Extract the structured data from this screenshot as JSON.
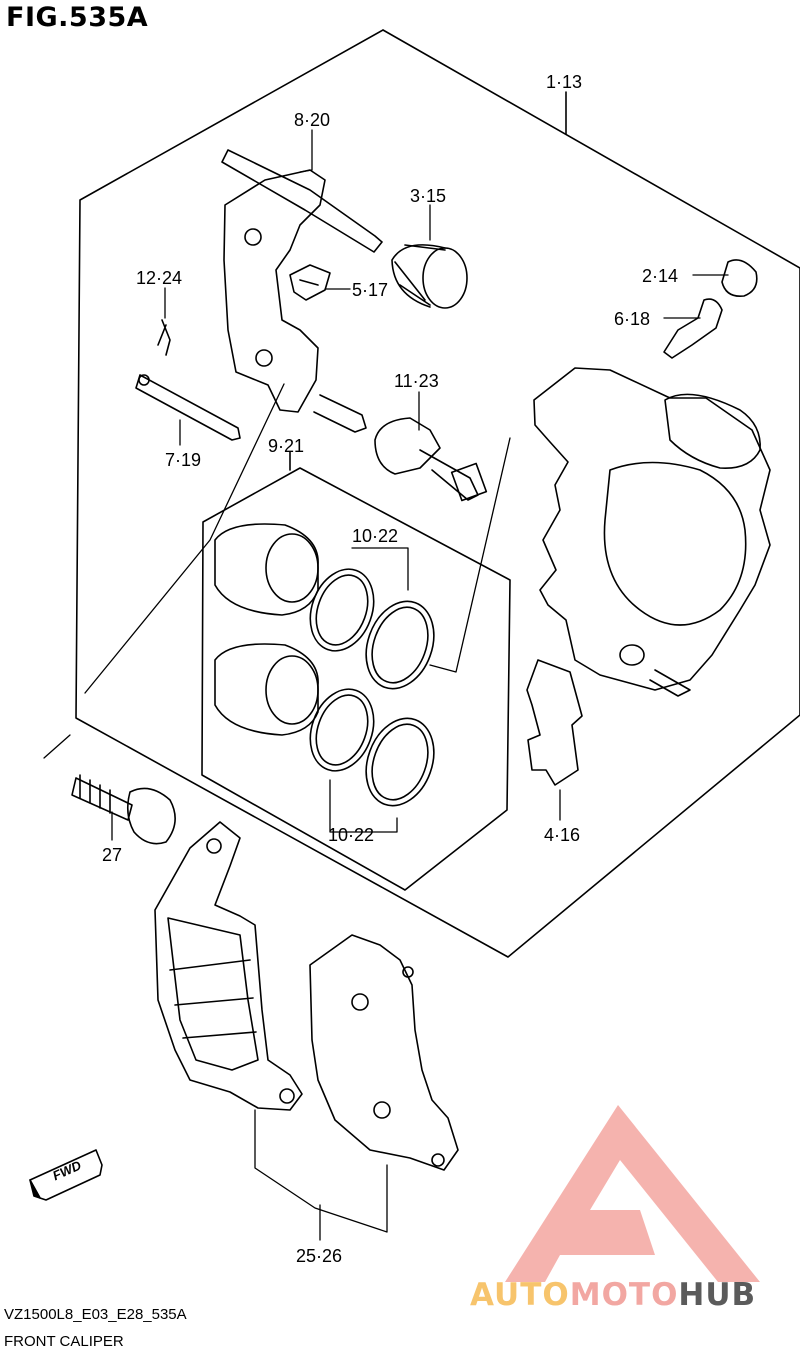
{
  "figure": {
    "title": "FIG.535A",
    "code": "VZ1500L8_E03_E28_535A",
    "name": "FRONT CALIPER"
  },
  "callouts": {
    "c1_13": "1·13",
    "c8_20": "8·20",
    "c3_15": "3·15",
    "c12_24": "12·24",
    "c5_17": "5·17",
    "c2_14": "2·14",
    "c6_18": "6·18",
    "c11_23": "11·23",
    "c7_19": "7·19",
    "c9_21": "9·21",
    "c10_22_top": "10·22",
    "c10_22_bottom": "10·22",
    "c4_16": "4·16",
    "c27": "27",
    "c25_26": "25·26"
  },
  "fwd_label": "FWD",
  "watermark": {
    "part_a": "AUTO",
    "part_b": "MOTO",
    "part_c": "HUB",
    "colors": {
      "auto": "#f7c46c",
      "moto": "#f2a7a2",
      "hub": "#5b5b5b",
      "logo": "#f19a93"
    }
  }
}
